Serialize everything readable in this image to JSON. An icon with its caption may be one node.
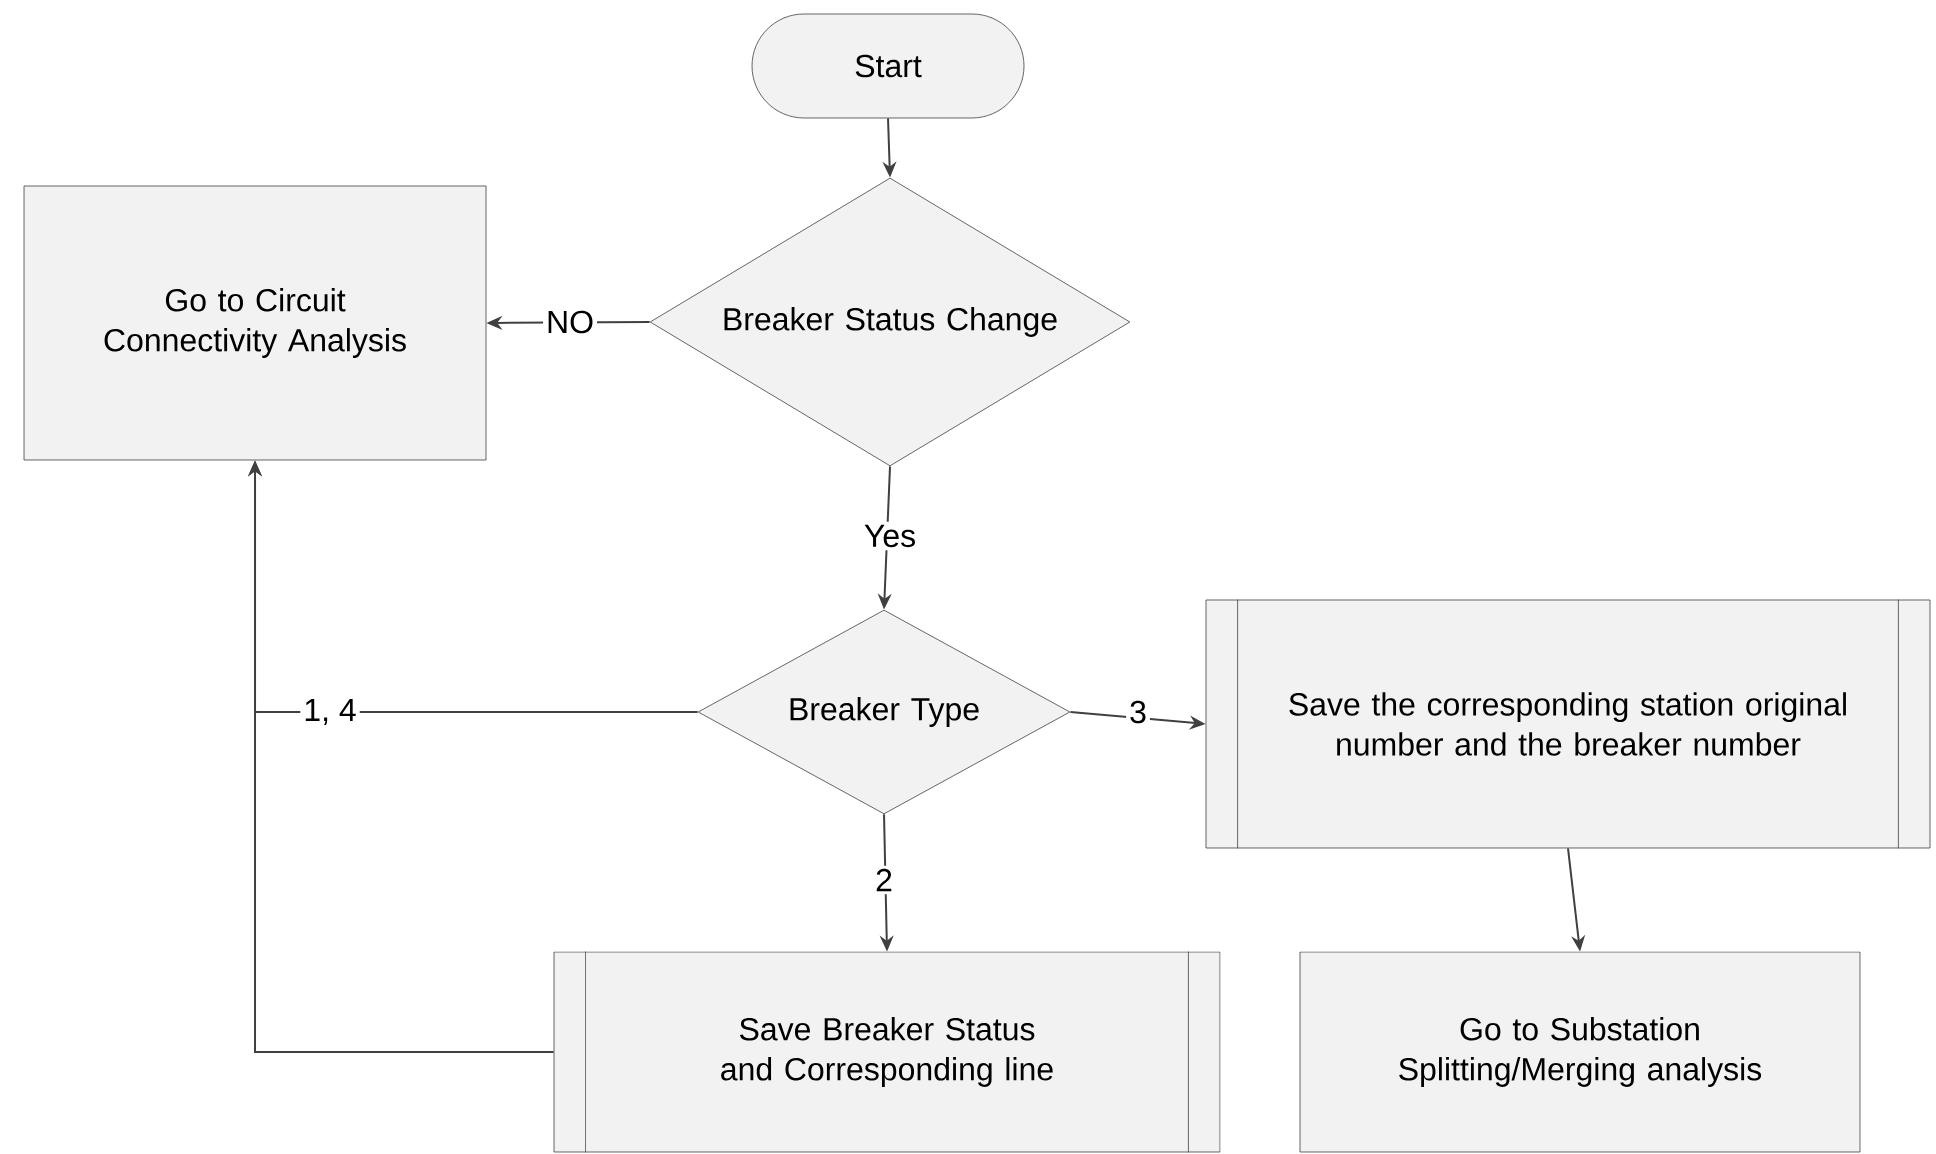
{
  "diagram": {
    "nodes": [
      {
        "text": [
          "Start"
        ]
      },
      {
        "text": [
          "Go to Circuit Connectivity Analysis"
        ]
      },
      {
        "text": [
          "Breaker Status Change"
        ]
      },
      {
        "text": [
          "Breaker Type"
        ]
      },
      {
        "text": [
          "Save the corresponding station original number and the breaker number"
        ]
      },
      {
        "text": [
          "Save Breaker Status and Corresponding line"
        ]
      },
      {
        "text": [
          "Go to Substation Splitting/Merging analysis"
        ]
      }
    ],
    "edges": [
      {
        "from": 0,
        "to": 2,
        "arrow": "to"
      },
      {
        "from": 2,
        "to": 1,
        "arrow": "to",
        "label": "NO"
      },
      {
        "from": 2,
        "to": 3,
        "arrow": "to",
        "label": "Yes"
      },
      {
        "from": 3,
        "to": 4,
        "arrow": "to",
        "label": "3"
      },
      {
        "from": 3,
        "to": 1,
        "arrow": "to",
        "label": "1, 4"
      },
      {
        "from": 3,
        "to": 5,
        "arrow": "to",
        "label": "2"
      },
      {
        "from": 5,
        "to": 1,
        "arrow": "to"
      },
      {
        "from": 4,
        "to": 6,
        "arrow": "to"
      }
    ]
  }
}
